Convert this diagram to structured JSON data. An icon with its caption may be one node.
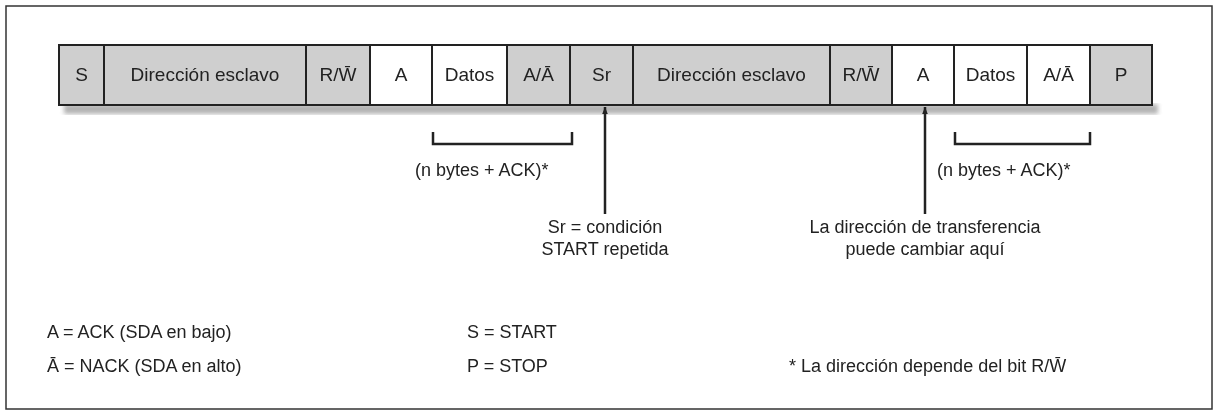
{
  "diagram": {
    "nodes": [
      {
        "text": [
          "S"
        ]
      },
      {
        "text": [
          "Dirección esclavo"
        ]
      },
      {
        "text": [
          "R/W̄"
        ]
      },
      {
        "text": [
          "A"
        ]
      },
      {
        "text": [
          "Datos"
        ]
      },
      {
        "text": [
          "A/Ā"
        ]
      },
      {
        "text": [
          "Sr"
        ]
      },
      {
        "text": [
          "Dirección esclavo"
        ]
      },
      {
        "text": [
          "R/W̄"
        ]
      },
      {
        "text": [
          "A"
        ]
      },
      {
        "text": [
          "Datos"
        ]
      },
      {
        "text": [
          "A/Ā"
        ]
      },
      {
        "text": [
          "P"
        ]
      },
      {
        "text": [
          "Sr = condición START repetida"
        ]
      },
      {
        "text": [
          "La dirección de transferencia puede cambiar aquí"
        ]
      }
    ],
    "edges": [
      {
        "from": 13,
        "to": 6,
        "arrow": "to"
      },
      {
        "from": 14,
        "to": 9,
        "arrow": "to"
      }
    ],
    "labels": [
      "(n bytes + ACK)*",
      "(n bytes + ACK)*",
      "A = ACK (SDA en bajo)",
      "S = START",
      "Ā = NACK (SDA en alto)",
      "P = STOP",
      "* La dirección depende del bit R/W̄"
    ]
  }
}
